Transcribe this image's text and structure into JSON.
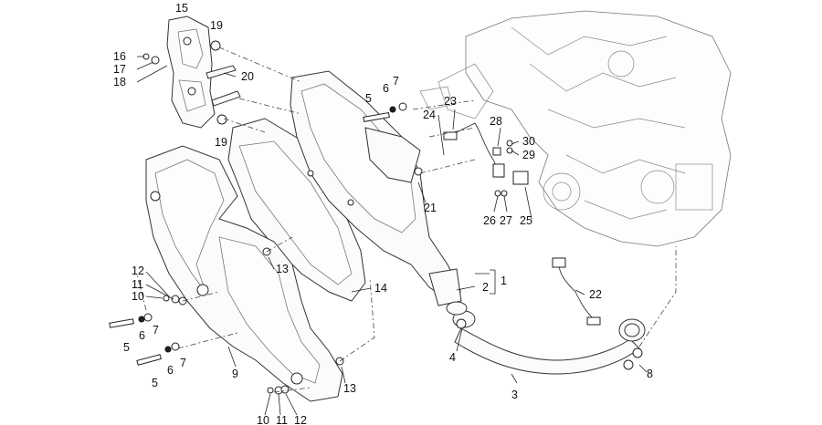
{
  "labels": {
    "l1": "1",
    "l2": "2",
    "l3": "3",
    "l4": "4",
    "l5a": "5",
    "l5b": "5",
    "l5c": "5",
    "l6a": "6",
    "l6b": "6",
    "l6c": "6",
    "l7a": "7",
    "l7b": "7",
    "l7c": "7",
    "l8": "8",
    "l9": "9",
    "l10a": "10",
    "l10b": "10",
    "l11a": "11",
    "l11b": "11",
    "l12a": "12",
    "l12b": "12",
    "l13a": "13",
    "l13b": "13",
    "l14": "14",
    "l15": "15",
    "l16": "16",
    "l17": "17",
    "l18": "18",
    "l19a": "19",
    "l19b": "19",
    "l20": "20",
    "l21": "21",
    "l22": "22",
    "l23": "23",
    "l24": "24",
    "l25": "25",
    "l26": "26",
    "l27": "27",
    "l28": "28",
    "l29": "29",
    "l30": "30"
  }
}
